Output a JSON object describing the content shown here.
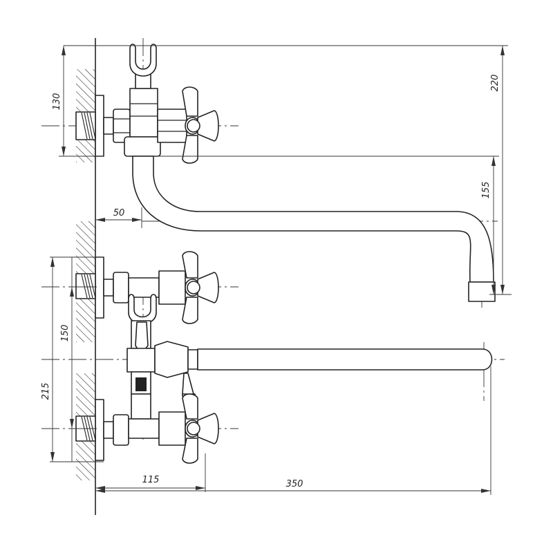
{
  "dimensions": {
    "d220": "220",
    "d155": "155",
    "d130": "130",
    "d50": "50",
    "d150": "150",
    "d215": "215",
    "d115": "115",
    "d350": "350"
  },
  "colors": {
    "line": "#222222",
    "background": "#ffffff"
  }
}
